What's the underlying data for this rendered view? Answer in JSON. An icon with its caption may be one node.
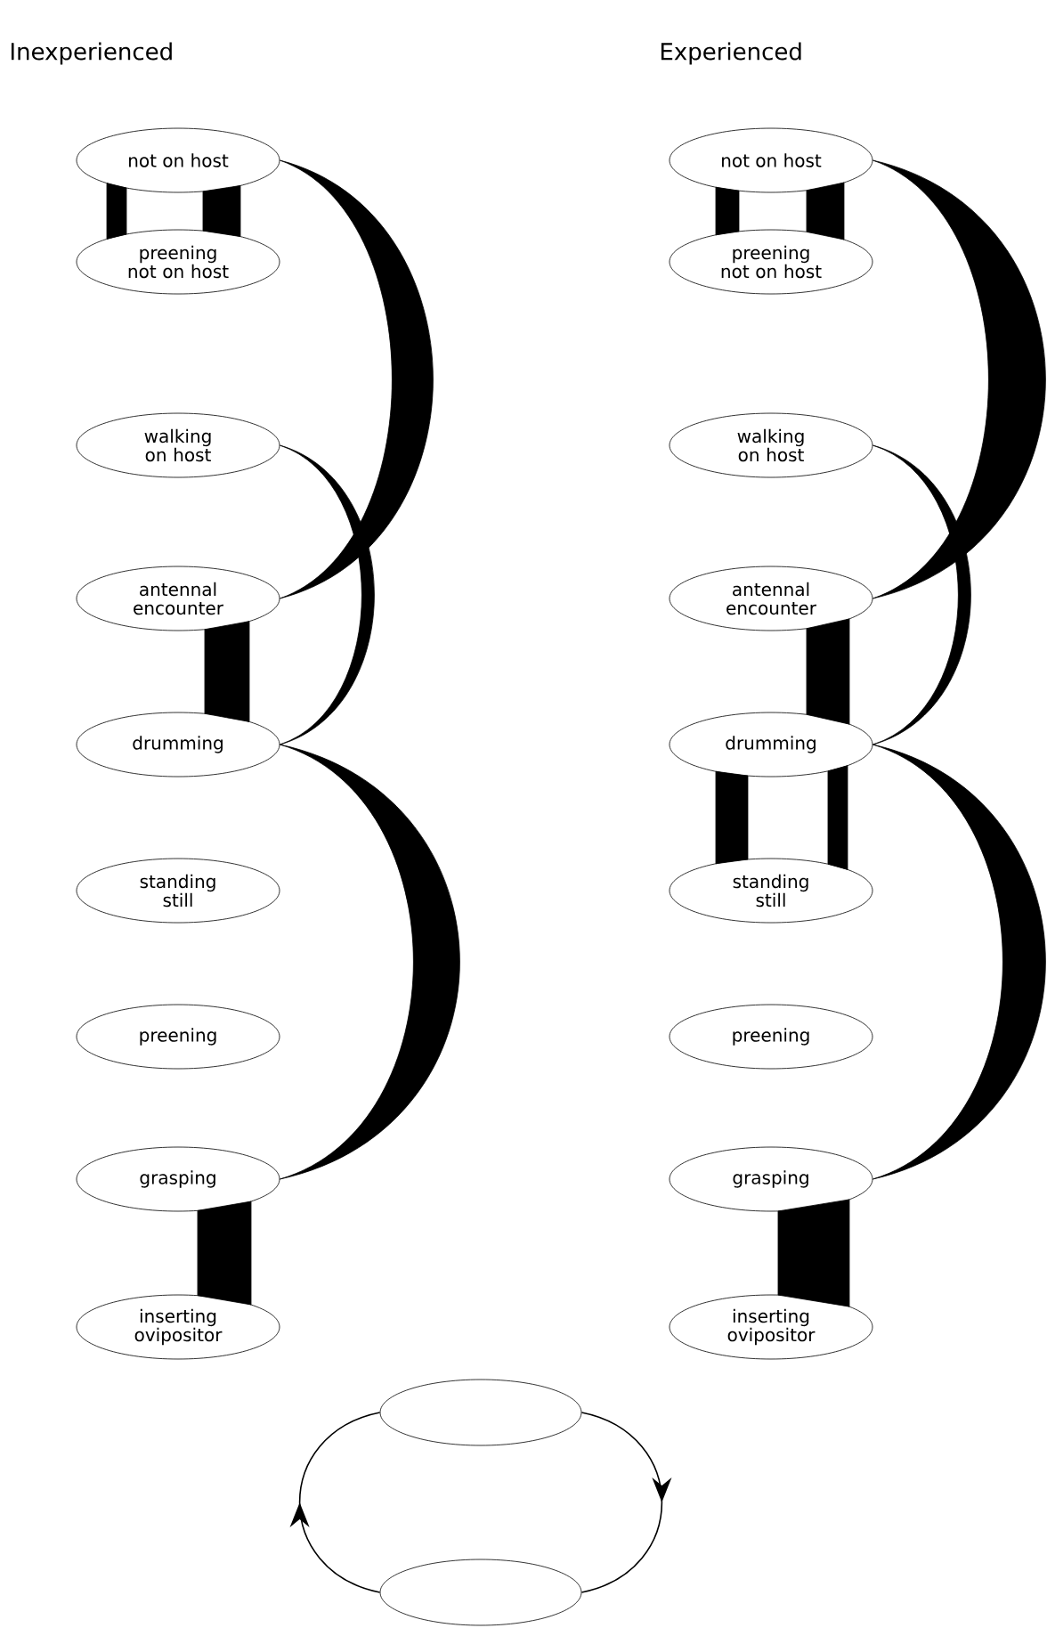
{
  "diagram": {
    "nodes": [
      {
        "text": [
          "not on host"
        ]
      },
      {
        "text": [
          "preening not on host"
        ]
      },
      {
        "text": [
          "walking on host"
        ]
      },
      {
        "text": [
          "antennal encounter"
        ]
      },
      {
        "text": [
          "drumming"
        ]
      },
      {
        "text": [
          "standing still"
        ]
      },
      {
        "text": [
          "preening"
        ]
      },
      {
        "text": [
          "grasping"
        ]
      },
      {
        "text": [
          "inserting ovipositor"
        ]
      },
      {
        "text": [
          "not on host"
        ]
      },
      {
        "text": [
          "preening not on host"
        ]
      },
      {
        "text": [
          "walking on host"
        ]
      },
      {
        "text": [
          "antennal encounter"
        ]
      },
      {
        "text": [
          "drumming"
        ]
      },
      {
        "text": [
          "standing still"
        ]
      },
      {
        "text": [
          "preening"
        ]
      },
      {
        "text": [
          "grasping"
        ]
      },
      {
        "text": [
          "inserting ovipositor"
        ]
      },
      {
        "text": [],
        "shape": "ellipse"
      },
      {
        "text": [],
        "shape": "ellipse"
      }
    ],
    "edges": [
      {
        "from": 1,
        "to": 0,
        "arrow": "none"
      },
      {
        "from": 0,
        "to": 1,
        "arrow": "none"
      },
      {
        "from": 0,
        "to": 3,
        "arrow": "none"
      },
      {
        "from": 2,
        "to": 4,
        "arrow": "none"
      },
      {
        "from": 3,
        "to": 4,
        "arrow": "none"
      },
      {
        "from": 4,
        "to": 7,
        "arrow": "none"
      },
      {
        "from": 7,
        "to": 8,
        "arrow": "none"
      },
      {
        "from": 10,
        "to": 9,
        "arrow": "none"
      },
      {
        "from": 9,
        "to": 10,
        "arrow": "none"
      },
      {
        "from": 9,
        "to": 12,
        "arrow": "none"
      },
      {
        "from": 11,
        "to": 13,
        "arrow": "none"
      },
      {
        "from": 12,
        "to": 13,
        "arrow": "none"
      },
      {
        "from": 14,
        "to": 13,
        "arrow": "none"
      },
      {
        "from": 13,
        "to": 14,
        "arrow": "none"
      },
      {
        "from": 13,
        "to": 16,
        "arrow": "none"
      },
      {
        "from": 16,
        "to": 17,
        "arrow": "none"
      },
      {
        "from": 18,
        "to": 19,
        "arrow": "to"
      },
      {
        "from": 19,
        "to": 18,
        "arrow": "to"
      }
    ],
    "labels": [
      "Inexperienced",
      "Experienced"
    ]
  }
}
